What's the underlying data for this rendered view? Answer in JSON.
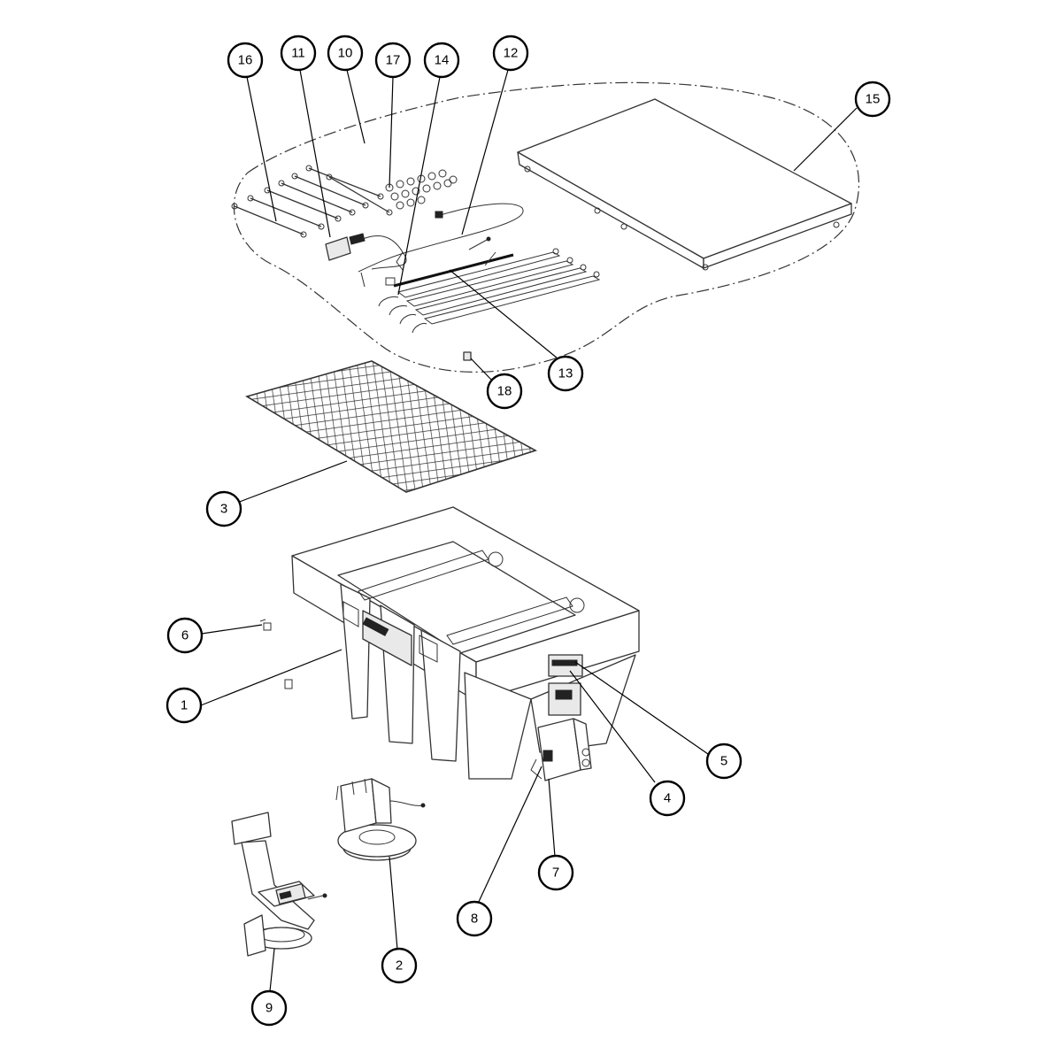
{
  "callouts": [
    {
      "id": "1",
      "label": "1"
    },
    {
      "id": "2",
      "label": "2"
    },
    {
      "id": "3",
      "label": "3"
    },
    {
      "id": "4",
      "label": "4"
    },
    {
      "id": "5",
      "label": "5"
    },
    {
      "id": "6",
      "label": "6"
    },
    {
      "id": "7",
      "label": "7"
    },
    {
      "id": "8",
      "label": "8"
    },
    {
      "id": "9",
      "label": "9"
    },
    {
      "id": "10",
      "label": "10"
    },
    {
      "id": "11",
      "label": "11"
    },
    {
      "id": "12",
      "label": "12"
    },
    {
      "id": "13",
      "label": "13"
    },
    {
      "id": "14",
      "label": "14"
    },
    {
      "id": "15",
      "label": "15"
    },
    {
      "id": "16",
      "label": "16"
    },
    {
      "id": "17",
      "label": "17"
    },
    {
      "id": "18",
      "label": "18"
    }
  ],
  "colors": {
    "ink": "#000000",
    "part_fill": "#ffffff",
    "shade": "#e9e9e9"
  },
  "icons": [
    "callout-balloon-icon"
  ]
}
